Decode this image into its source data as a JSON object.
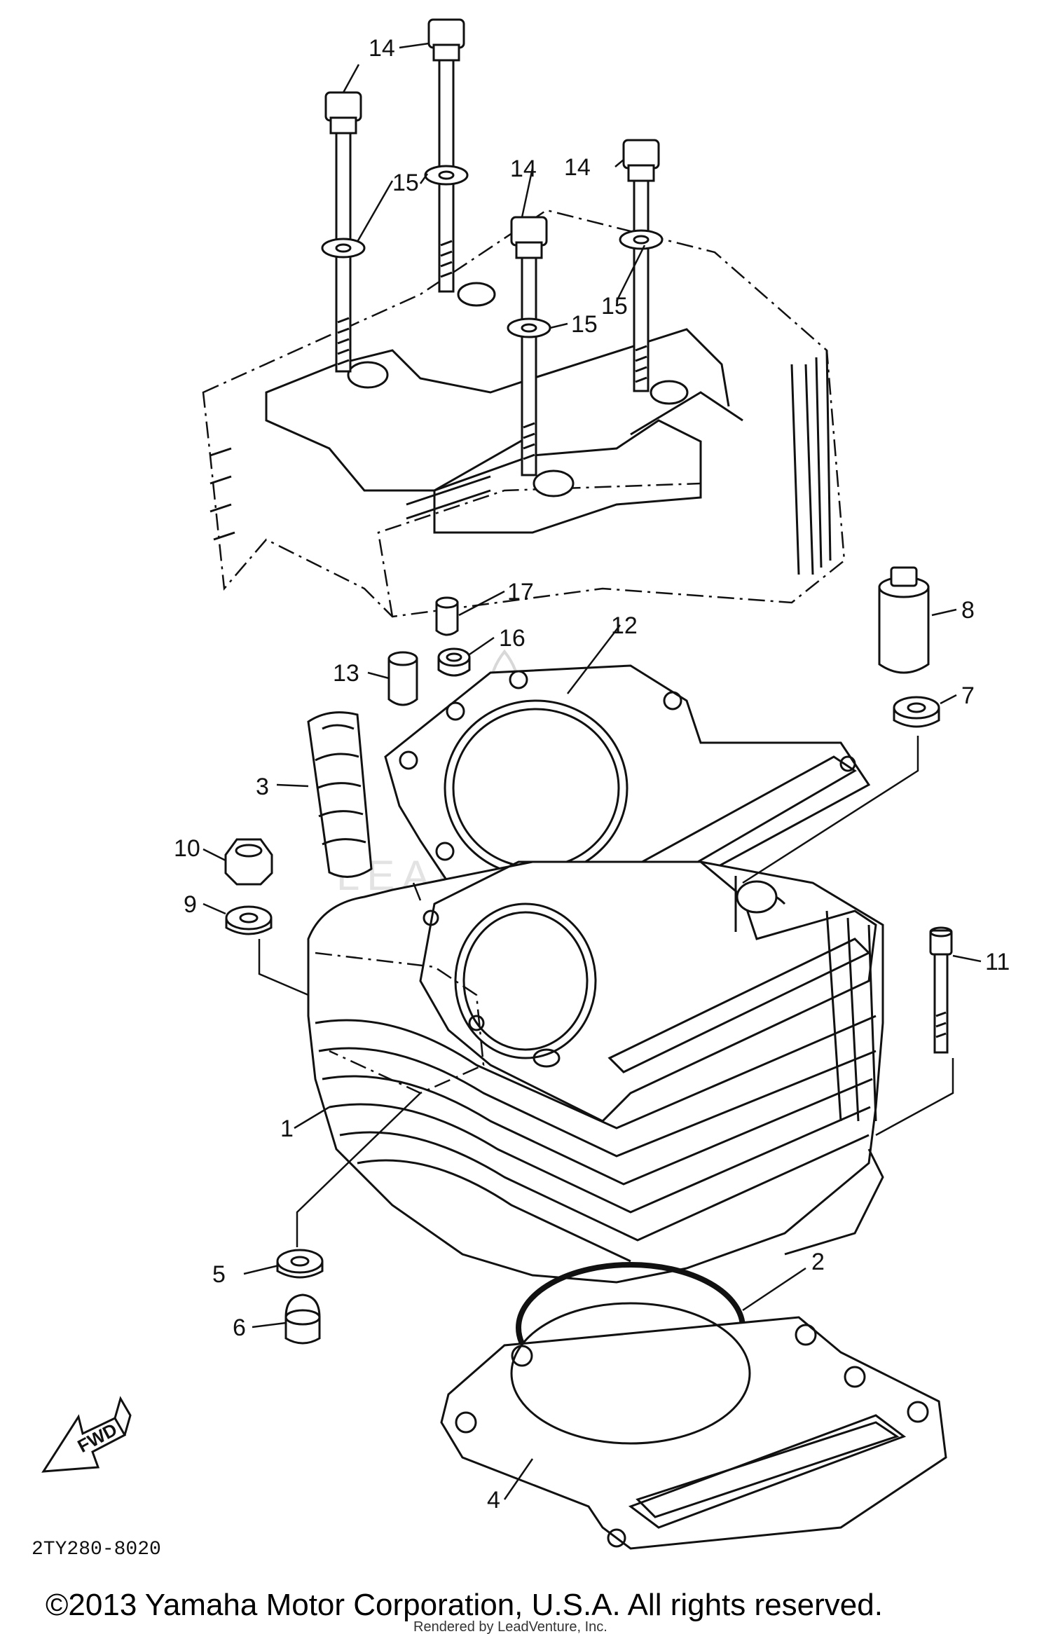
{
  "callouts": [
    "1",
    "2",
    "3",
    "4",
    "5",
    "6",
    "7",
    "8",
    "9",
    "10",
    "11",
    "12",
    "13",
    "14",
    "14",
    "14",
    "15",
    "15",
    "15",
    "16",
    "17"
  ],
  "arrow_label": "FWD",
  "diagram_code": "2TY280-8020",
  "copyright": "©2013 Yamaha Motor Corporation, U.S.A. All rights reserved.",
  "render_credit": "Rendered by LeadVenture, Inc."
}
